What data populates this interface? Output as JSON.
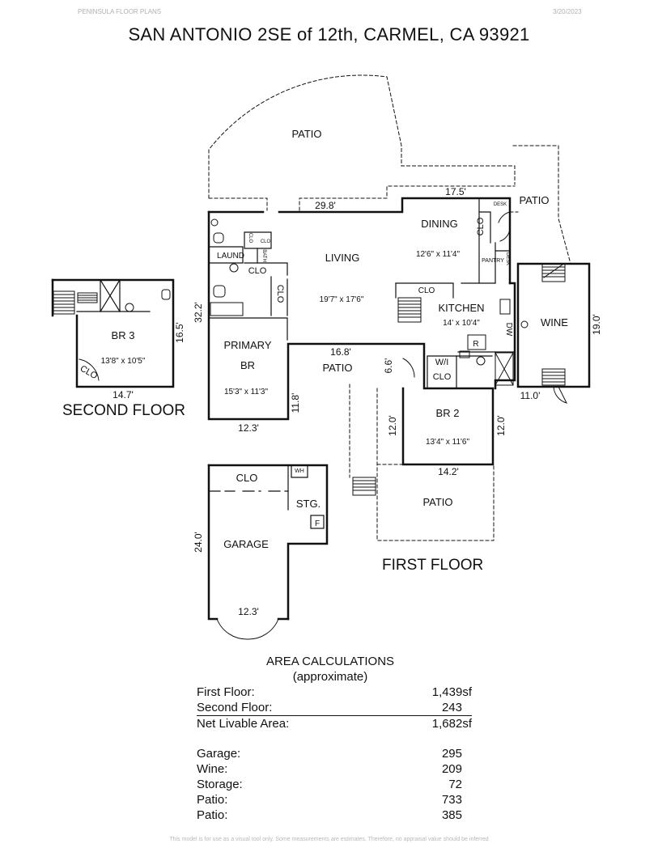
{
  "header": {
    "brand": "PENINSULA FLOOR PLANS",
    "date": "3/20/2023",
    "title": "SAN ANTONIO 2SE of 12th, CARMEL, CA  93921"
  },
  "floors": {
    "second": "SECOND FLOOR",
    "first": "FIRST FLOOR"
  },
  "rooms": {
    "patio_top": "PATIO",
    "patio_right": "PATIO",
    "patio_mid": "PATIO",
    "patio_bottom": "PATIO",
    "dining": "DINING",
    "dining_size": "12'6\" x 11'4\"",
    "living": "LIVING",
    "living_size": "19'7\" x 17'6\"",
    "kitchen": "KITCHEN",
    "kitchen_size": "14' x 10'4\"",
    "laund": "LAUND",
    "primary_1": "PRIMARY",
    "primary_2": "BR",
    "primary_size": "15'3\" x 11'3\"",
    "br2": "BR 2",
    "br2_size": "13'4\" x 11'6\"",
    "br3": "BR 3",
    "br3_size": "13'8\" x 10'5\"",
    "wine": "WINE",
    "garage": "GARAGE",
    "stg": "STG.",
    "clo": "CLO",
    "wi_1": "W/I",
    "wi_2": "CLO",
    "pantry": "PANTRY",
    "desk": "DESK",
    "dw": "DW",
    "r": "R",
    "wh": "WH",
    "f": "F",
    "bath_sm": "BATH"
  },
  "dims": {
    "d29_8": "29.8'",
    "d17_5": "17.5'",
    "d32_2": "32.2'",
    "d16_5": "16.5'",
    "d14_7": "14.7'",
    "d16_8": "16.8'",
    "d6_6": "6.6'",
    "d11_8": "11.8'",
    "d12_3a": "12.3'",
    "d12_0a": "12.0'",
    "d12_0b": "12.0'",
    "d14_2": "14.2'",
    "d19_0": "19.0'",
    "d11_0": "11.0'",
    "d24_0": "24.0'",
    "d12_3b": "12.3'"
  },
  "area": {
    "title": "AREA CALCULATIONS",
    "subtitle": "(approximate)",
    "rows1": [
      {
        "label": "First  Floor:",
        "value": "1,439sf"
      },
      {
        "label": "Second Floor:",
        "value": "243"
      },
      {
        "label": "Net Livable Area:",
        "value": "1,682sf"
      }
    ],
    "rows2": [
      {
        "label": "Garage:",
        "value": "295"
      },
      {
        "label": "Wine:",
        "value": "209"
      },
      {
        "label": "Storage:",
        "value": "72"
      },
      {
        "label": "Patio:",
        "value": "733"
      },
      {
        "label": "Patio:",
        "value": "385"
      }
    ]
  },
  "footer": "This model is for use as a visual tool only. Some measurements are estimates. Therefore, no appraisal value should be inferred"
}
